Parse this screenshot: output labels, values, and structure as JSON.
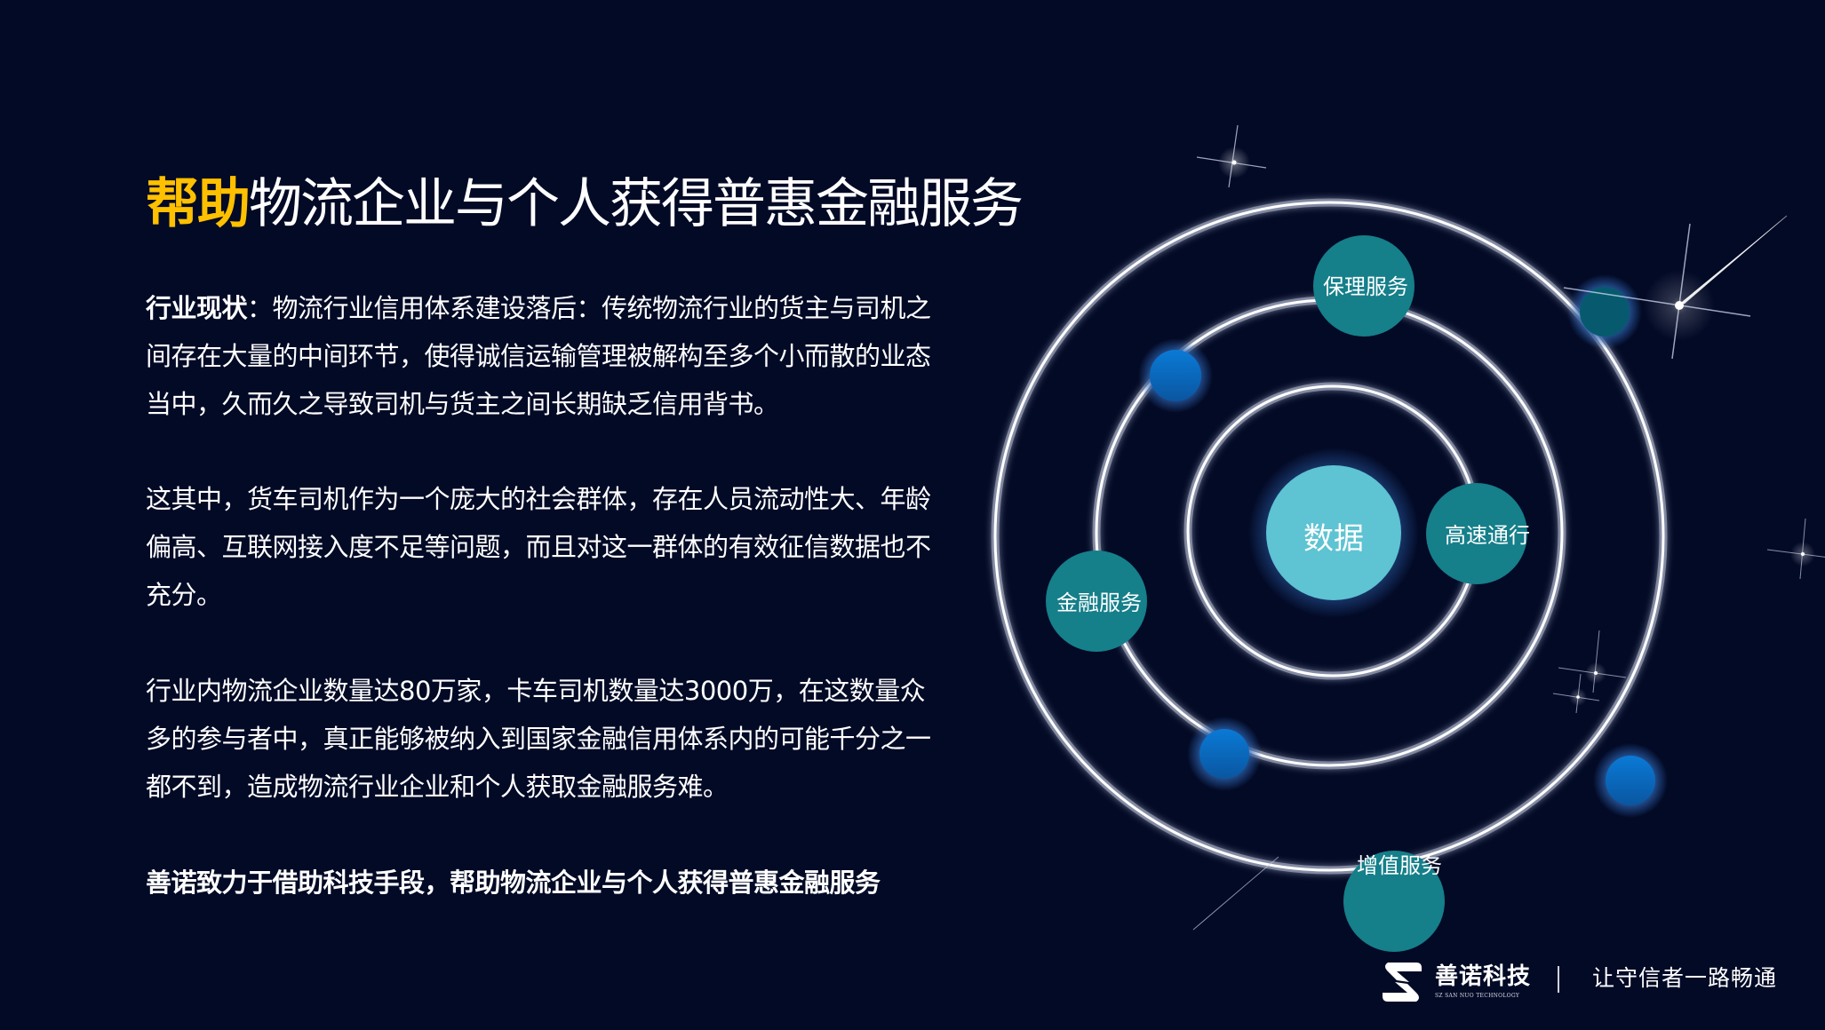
{
  "title": {
    "highlight": "帮助",
    "rest": "物流企业与个人获得普惠金融服务",
    "highlight_color": "#FFC000"
  },
  "paragraphs": {
    "p1_lead": "行业现状",
    "p1_text": "：物流行业信用体系建设落后：传统物流行业的货主与司机之间存在大量的中间环节，使得诚信运输管理被解构至多个小而散的业态当中，久而久之导致司机与货主之间长期缺乏信用背书。",
    "p2_text": "这其中，货车司机作为一个庞大的社会群体，存在人员流动性大、年龄偏高、互联网接入度不足等问题，而且对这一群体的有效征信数据也不充分。",
    "p3_text": "行业内物流企业数量达80万家，卡车司机数量达3000万，在这数量众多的参与者中，真正能够被纳入到国家金融信用体系内的可能千分之一都不到，造成物流行业企业和个人获取金融服务难。",
    "p4_text": "善诺致力于借助科技手段，帮助物流企业与个人获得普惠金融服务"
  },
  "diagram": {
    "center_label": "数据",
    "planets": {
      "factoring": "保理服务",
      "highway": "高速通行",
      "finance": "金融服务",
      "value_added": "增值服务"
    },
    "colors": {
      "background": "#030a26",
      "center": "#5EC3D2",
      "planet": "#157F8A",
      "planet_dark": "#075A6E",
      "dot": "#0A72C8"
    }
  },
  "footer": {
    "brand_name": "善诺科技",
    "brand_sub": "SZ SAN NUO TECHNOLOGY",
    "slogan": "让守信者一路畅通"
  }
}
